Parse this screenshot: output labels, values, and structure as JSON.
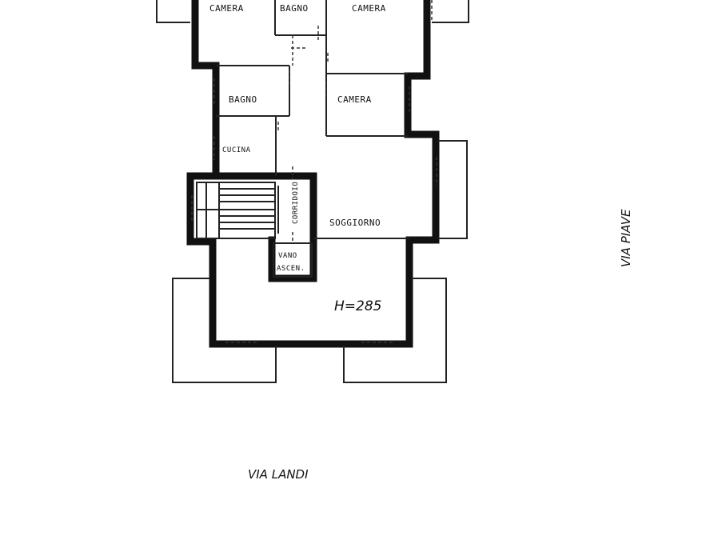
{
  "rooms": {
    "camera_left": "CAMERA",
    "bagno_top": "BAGNO",
    "camera_right": "CAMERA",
    "bagno_mid": "BAGNO",
    "camera_mid": "CAMERA",
    "cucina": "CUCINA",
    "soggiorno": "SOGGIORNO",
    "landing": "CORRIDOIO",
    "vano_line1": "VANO",
    "vano_line2": "ASCEN."
  },
  "height_note": "H=285",
  "street_bottom": "VIA LANDI",
  "street_right": "VIA PIAVE"
}
